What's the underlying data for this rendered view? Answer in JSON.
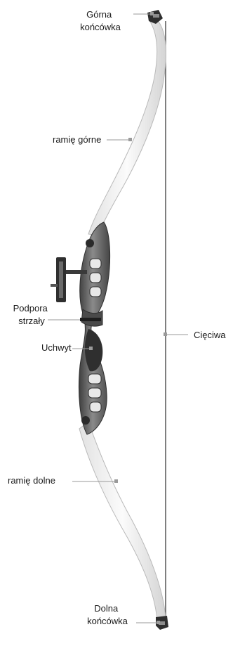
{
  "labels": {
    "upper_tip": [
      "Górna",
      "końcówka"
    ],
    "upper_limb": "ramię górne",
    "arrow_rest": [
      "Podpora",
      "strzały"
    ],
    "grip": "Uchwyt",
    "string": "Cięciwa",
    "lower_limb": "ramię dolne",
    "lower_tip": [
      "Dolna",
      "końcówka"
    ]
  },
  "colors": {
    "limb": "#f4f4f4",
    "limb_edge": "#b9b9b9",
    "riser": "#5e5e5e",
    "riser_dark": "#3a3a3a",
    "string": "#2b2b2b",
    "leader": "#9a9a9a"
  }
}
